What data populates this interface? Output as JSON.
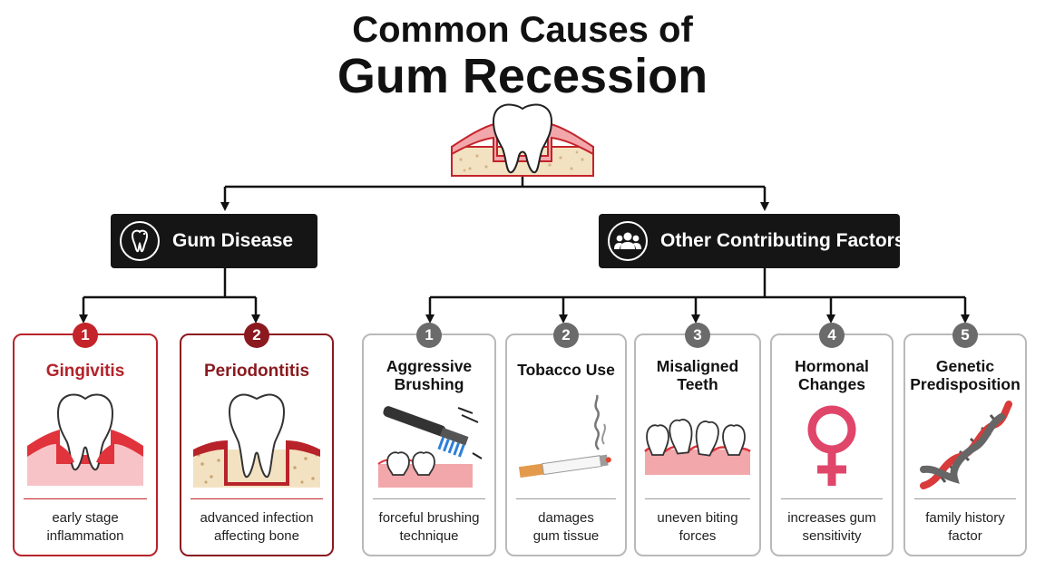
{
  "title": {
    "line1": "Common Causes of",
    "line2": "Gum Recession"
  },
  "categories": [
    {
      "label": "Gum Disease",
      "icon": "tooth-icon"
    },
    {
      "label": "Other Contributing Factors",
      "icon": "people-group-icon"
    }
  ],
  "gum_disease": [
    {
      "number": "1",
      "title": "Gingivitis",
      "desc": [
        "early stage",
        "inflammation"
      ],
      "icon": "inflamed-gum-tooth-icon",
      "accent": "#c4232a"
    },
    {
      "number": "2",
      "title": "Periodontitis",
      "desc": [
        "advanced infection",
        "affecting bone"
      ],
      "icon": "bone-loss-tooth-icon",
      "accent": "#8a1a1f"
    }
  ],
  "other_factors": [
    {
      "number": "1",
      "title": [
        "Aggressive",
        "Brushing"
      ],
      "desc": [
        "forceful brushing",
        "technique"
      ],
      "icon": "toothbrush-icon"
    },
    {
      "number": "2",
      "title": [
        "Tobacco Use"
      ],
      "desc": [
        "damages",
        "gum tissue"
      ],
      "icon": "cigarette-icon"
    },
    {
      "number": "3",
      "title": [
        "Misaligned",
        "Teeth"
      ],
      "desc": [
        "uneven biting",
        "forces"
      ],
      "icon": "misaligned-teeth-icon"
    },
    {
      "number": "4",
      "title": [
        "Hormonal",
        "Changes"
      ],
      "desc": [
        "increases gum",
        "sensitivity"
      ],
      "icon": "female-symbol-icon"
    },
    {
      "number": "5",
      "title": [
        "Genetic",
        "Predisposition"
      ],
      "desc": [
        "family history",
        "factor"
      ],
      "icon": "dna-icon"
    }
  ],
  "colors": {
    "accent_red": "#c4232a",
    "dark_red": "#8a1a1f",
    "gum_pink": "#f2a7ab",
    "bone_tan": "#f3e2c2",
    "badge_gray": "#6b6b6b"
  }
}
